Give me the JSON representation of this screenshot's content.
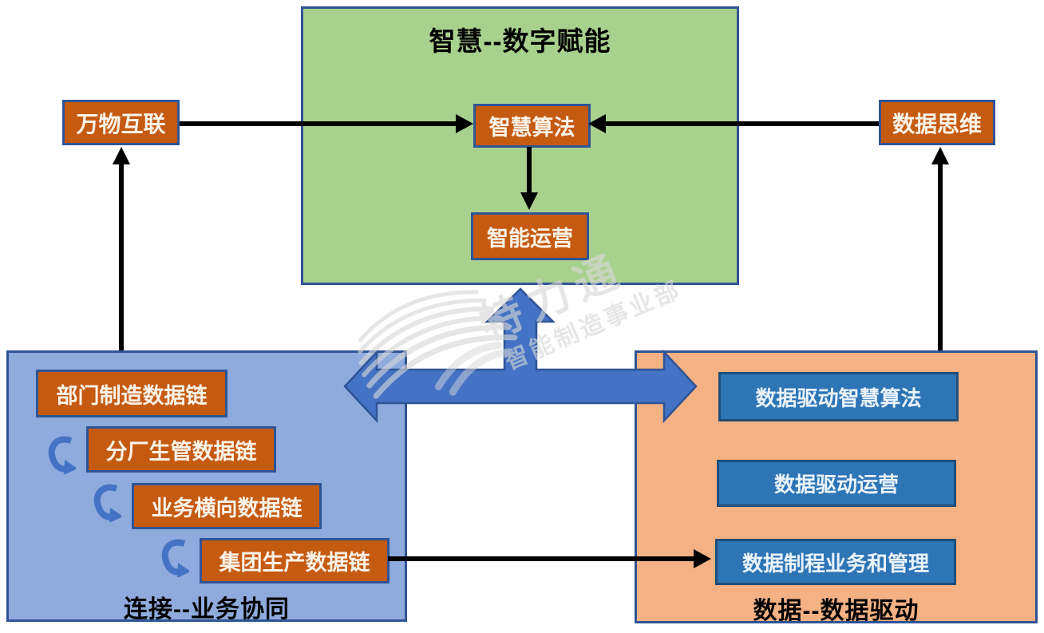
{
  "diagram": {
    "top_section": {
      "title": "智慧--数字赋能",
      "algorithm_node": "智慧算法",
      "operation_node": "智能运营"
    },
    "left_node": "万物互联",
    "right_node": "数据思维",
    "bottom_left_section": {
      "title": "连接--业务协同",
      "chain": [
        "部门制造数据链",
        "分厂生管数据链",
        "业务横向数据链",
        "集团生产数据链"
      ]
    },
    "bottom_right_section": {
      "title": "数据--数据驱动",
      "items": [
        "数据驱动智慧算法",
        "数据驱动运营",
        "数据制程业务和管理"
      ]
    },
    "watermark": {
      "brand": "特力通",
      "department": "智能制造事业部"
    },
    "colors": {
      "green_panel": "#A9D18E",
      "orange_node": "#C55A11",
      "light_blue_panel": "#8FAADC",
      "peach_panel": "#F4B183",
      "blue_node": "#2E75B6",
      "panel_border": "#2F5496",
      "blue_node_border": "#1F4E79",
      "big_arrow_fill": "#4472C4",
      "big_arrow_border": "#2F5496",
      "black_arrow": "#000000",
      "watermark_gray": "#D8D8D8"
    }
  }
}
